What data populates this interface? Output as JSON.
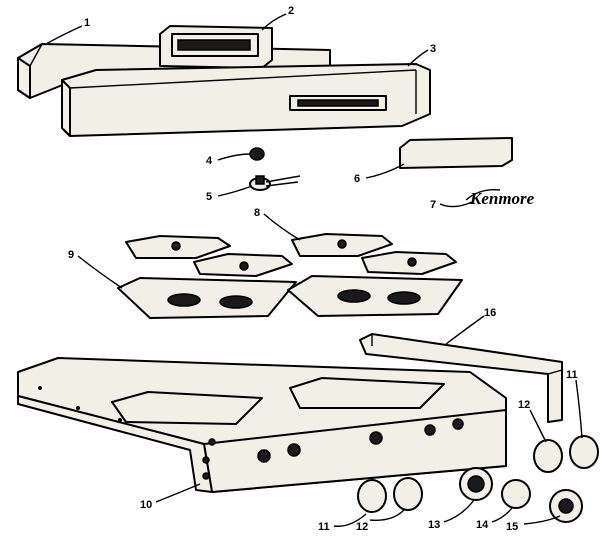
{
  "diagram": {
    "type": "exploded parts diagram",
    "brand_script": "Kenmore",
    "callouts": [
      {
        "id": "c1",
        "label": "1"
      },
      {
        "id": "c2",
        "label": "2"
      },
      {
        "id": "c3",
        "label": "3"
      },
      {
        "id": "c4",
        "label": "4"
      },
      {
        "id": "c5",
        "label": "5"
      },
      {
        "id": "c6",
        "label": "6"
      },
      {
        "id": "c7",
        "label": "7"
      },
      {
        "id": "c8",
        "label": "8"
      },
      {
        "id": "c9",
        "label": "9"
      },
      {
        "id": "c10",
        "label": "10"
      },
      {
        "id": "c11a",
        "label": "11"
      },
      {
        "id": "c11b",
        "label": "11"
      },
      {
        "id": "c12a",
        "label": "12"
      },
      {
        "id": "c12b",
        "label": "12"
      },
      {
        "id": "c13",
        "label": "13"
      },
      {
        "id": "c14",
        "label": "14"
      },
      {
        "id": "c15",
        "label": "15"
      },
      {
        "id": "c16",
        "label": "16"
      }
    ]
  }
}
